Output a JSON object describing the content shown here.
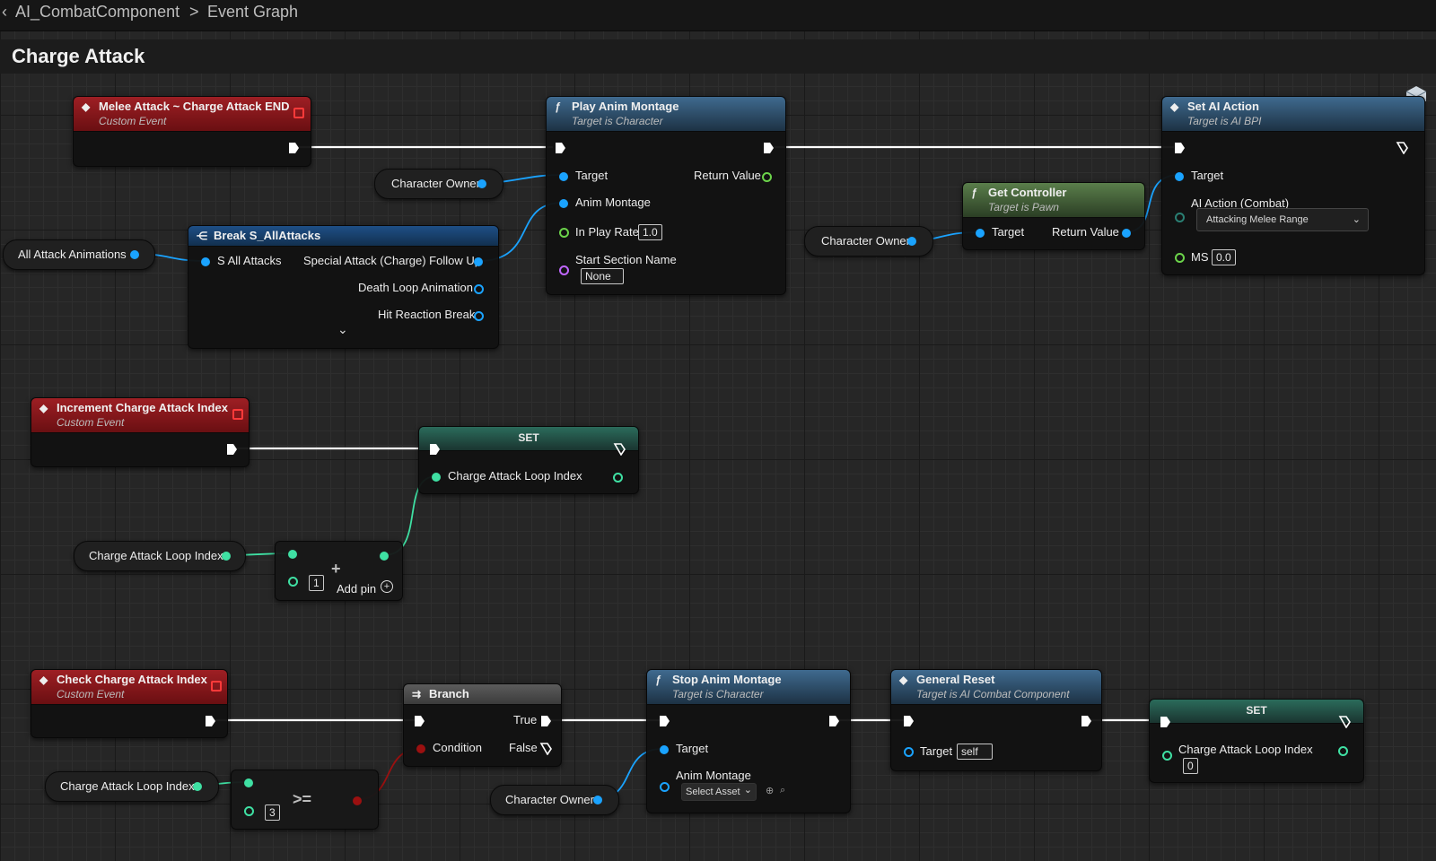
{
  "breadcrumb": {
    "component": "AI_CombatComponent",
    "separator": ">",
    "graph": "Event Graph"
  },
  "graph_title": "Charge Attack",
  "nodes": {
    "melee_end": {
      "title": "Melee Attack ~ Charge Attack END",
      "subtitle": "Custom Event"
    },
    "play_montage": {
      "title": "Play Anim Montage",
      "subtitle": "Target is Character",
      "target": "Target",
      "return_value": "Return Value",
      "anim_montage": "Anim Montage",
      "play_rate": "In Play Rate",
      "play_rate_value": "1.0",
      "start_section": "Start Section Name",
      "start_section_value": "None"
    },
    "set_ai_action": {
      "title": "Set AI Action",
      "subtitle": "Target is AI BPI",
      "target": "Target",
      "ai_action": "AI Action (Combat)",
      "ai_action_value": "Attacking Melee Range",
      "ms": "MS",
      "ms_value": "0.0"
    },
    "get_controller": {
      "title": "Get Controller",
      "subtitle": "Target is Pawn",
      "target": "Target",
      "return_value": "Return Value"
    },
    "break_attacks": {
      "title": "Break S_AllAttacks",
      "in": "S All Attacks",
      "out1": "Special Attack (Charge) Follow Up",
      "out2": "Death Loop Animation",
      "out3": "Hit Reaction Break"
    },
    "increment": {
      "title": "Increment Charge Attack Index",
      "subtitle": "Custom Event"
    },
    "set1": {
      "title": "SET",
      "var": "Charge Attack Loop Index"
    },
    "add": {
      "value": "1",
      "add_pin": "Add pin"
    },
    "check": {
      "title": "Check Charge Attack Index",
      "subtitle": "Custom Event"
    },
    "branch": {
      "title": "Branch",
      "true": "True",
      "false": "False",
      "condition": "Condition"
    },
    "compare": {
      "op": ">=",
      "value": "3"
    },
    "stop_montage": {
      "title": "Stop Anim Montage",
      "subtitle": "Target is Character",
      "target": "Target",
      "anim_montage": "Anim Montage",
      "select_asset": "Select Asset"
    },
    "general_reset": {
      "title": "General Reset",
      "subtitle": "Target is AI Combat Component",
      "target": "Target",
      "target_value": "self"
    },
    "set2": {
      "title": "SET",
      "var": "Charge Attack Loop Index",
      "value": "0"
    }
  },
  "vars": {
    "character_owner": "Character Owner",
    "all_attack_animations": "All Attack Animations",
    "charge_attack_loop_index": "Charge Attack Loop Index"
  },
  "colors": {
    "exec_wire": "#ffffff",
    "object_wire": "#1aa3ff",
    "float_wire": "#3fe0a3",
    "bool_wire": "#9b1010",
    "event_header": "#9e1f24",
    "function_header": "#3f6a8f"
  }
}
